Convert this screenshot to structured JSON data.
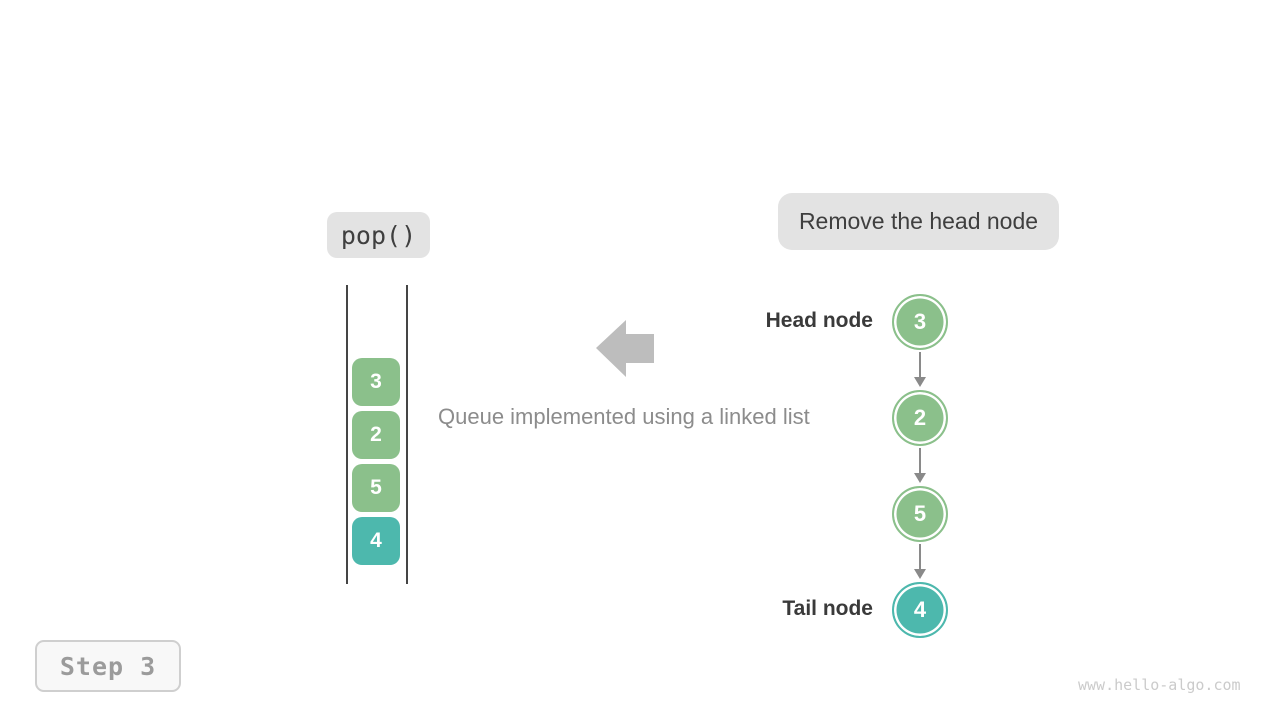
{
  "operation": {
    "label": "pop()"
  },
  "callout": {
    "label": "Remove the head node"
  },
  "caption": "Queue implemented using a linked list",
  "queue_stack": {
    "items": [
      {
        "value": "3"
      },
      {
        "value": "2"
      },
      {
        "value": "5"
      },
      {
        "value": "4"
      }
    ]
  },
  "linked_list": {
    "head_label": "Head node",
    "tail_label": "Tail node",
    "nodes": [
      {
        "value": "3"
      },
      {
        "value": "2"
      },
      {
        "value": "5"
      },
      {
        "value": "4"
      }
    ]
  },
  "step_badge": {
    "label": "Step 3"
  },
  "watermark": "www.hello-algo.com",
  "colors": {
    "green": "#8bc08b",
    "teal": "#4db8ad",
    "bubble_bg": "#e3e3e3",
    "bubble_text": "#3f3f3f",
    "big_arrow": "#bdbdbd",
    "connector": "#8a8a8a",
    "caption_text": "#8c8c8c",
    "label_text": "#3a3a3a",
    "stack_line": "#454545",
    "step_border": "#cfcfcf",
    "step_bg": "#f8f8f8",
    "step_text": "#9b9b9b",
    "watermark_text": "#cbcbcb"
  }
}
